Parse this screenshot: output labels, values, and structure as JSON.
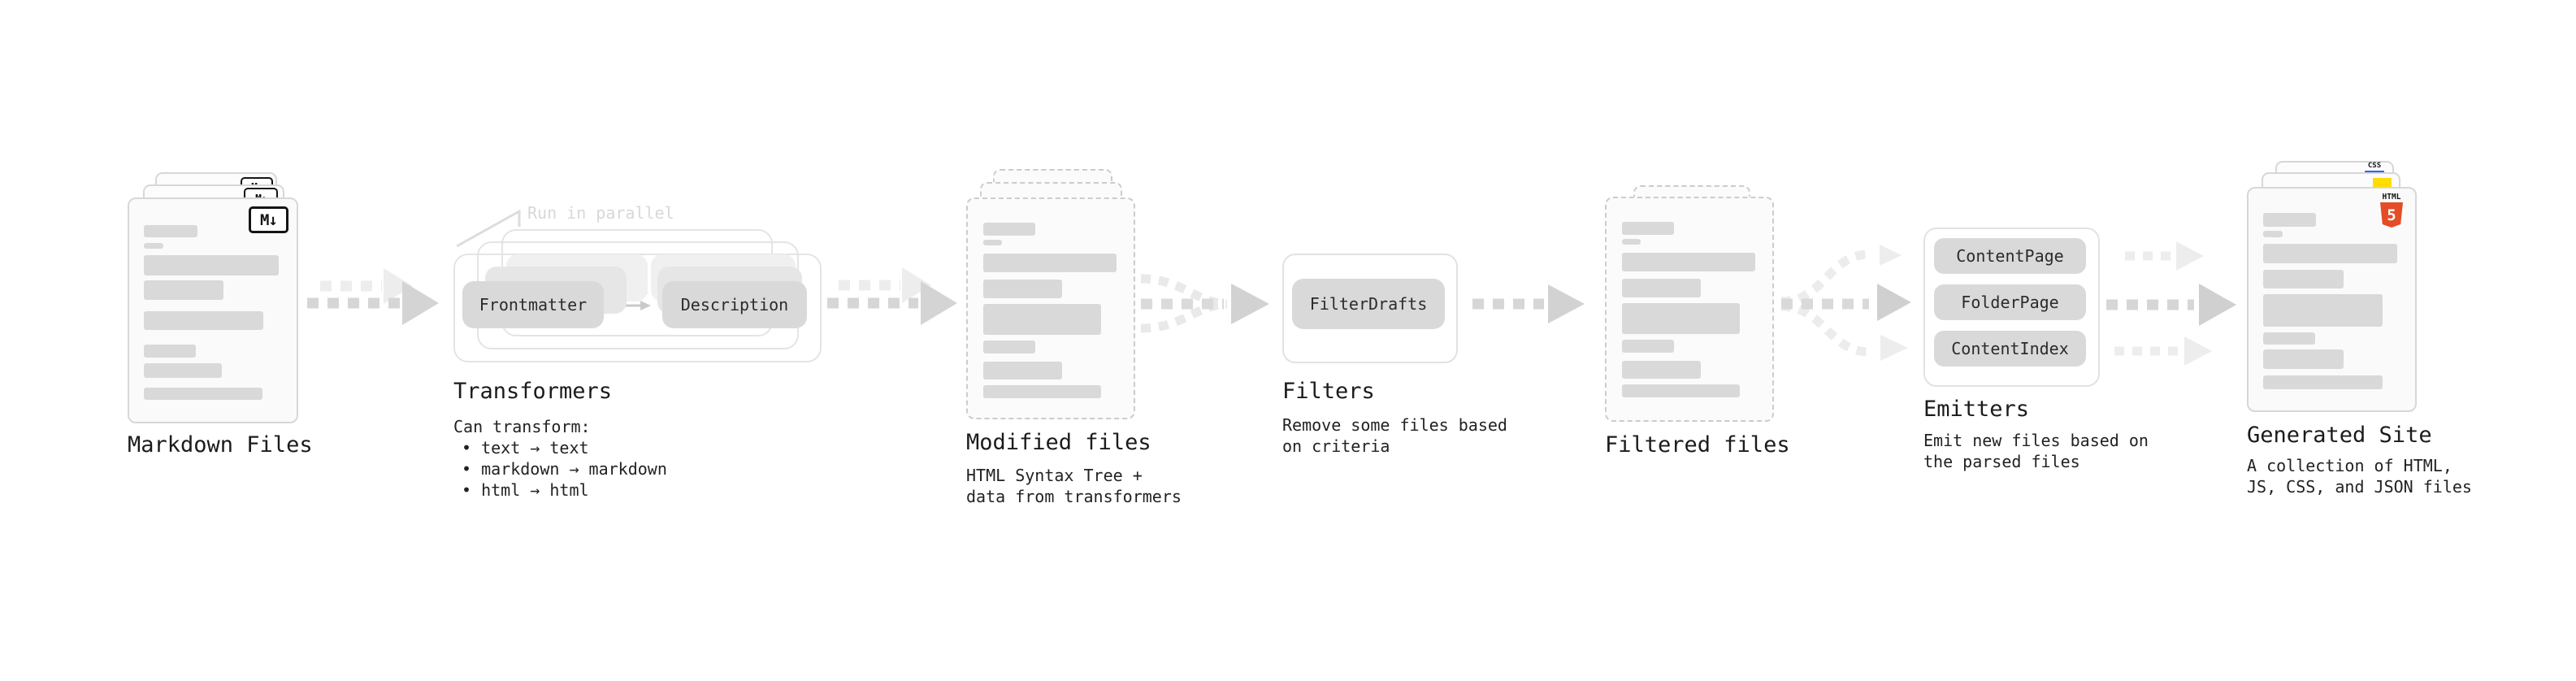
{
  "colors": {
    "html5_orange": "#e44d26",
    "js_yellow": "#ffdd00",
    "css_blue": "#2962ff"
  },
  "artifacts": {
    "markdown_files": {
      "title": "Markdown Files",
      "badge": "M↓"
    },
    "transformers": {
      "title": "Transformers",
      "note": "Run in parallel",
      "pill_a": "Frontmatter",
      "pill_b": "Description",
      "lead": "Can transform:",
      "bullets": [
        "• text → text",
        "• markdown → markdown",
        "• html → html"
      ]
    },
    "modified_files": {
      "title": "Modified files",
      "desc": [
        "HTML Syntax Tree +",
        "data from transformers"
      ]
    },
    "filters": {
      "title": "Filters",
      "pill": "FilterDrafts",
      "desc": [
        "Remove some files based",
        "on criteria"
      ]
    },
    "filtered_files": {
      "title": "Filtered files"
    },
    "emitters": {
      "title": "Emitters",
      "pills": [
        "ContentPage",
        "FolderPage",
        "ContentIndex"
      ],
      "desc": [
        "Emit new files based on",
        "the parsed files"
      ]
    },
    "generated_site": {
      "title": "Generated Site",
      "desc": [
        "A collection of HTML,",
        "JS, CSS, and JSON files"
      ],
      "css_label": "CSS",
      "html_label": "HTML",
      "html_number": "5"
    }
  },
  "skeleton_bars": {
    "markdown": [
      [
        18,
        32,
        66,
        15
      ],
      [
        18,
        54,
        24,
        7
      ],
      [
        18,
        69,
        166,
        25
      ],
      [
        18,
        100,
        98,
        24
      ],
      [
        18,
        138,
        147,
        23
      ],
      [
        18,
        179,
        64,
        16
      ],
      [
        18,
        202,
        96,
        18
      ],
      [
        18,
        232,
        146,
        15
      ]
    ],
    "processed": [
      [
        19,
        29,
        64,
        16
      ],
      [
        19,
        50,
        23,
        7
      ],
      [
        19,
        67,
        164,
        23
      ],
      [
        19,
        99,
        97,
        23
      ],
      [
        19,
        129,
        145,
        38
      ],
      [
        19,
        174,
        64,
        16
      ],
      [
        19,
        200,
        97,
        22
      ],
      [
        19,
        229,
        145,
        16
      ]
    ],
    "generated": [
      [
        18,
        30,
        65,
        17
      ],
      [
        18,
        52,
        24,
        8
      ],
      [
        18,
        68,
        165,
        24
      ],
      [
        18,
        100,
        99,
        23
      ],
      [
        18,
        130,
        147,
        40
      ],
      [
        18,
        177,
        64,
        15
      ],
      [
        18,
        198,
        99,
        24
      ],
      [
        18,
        230,
        147,
        17
      ]
    ]
  }
}
